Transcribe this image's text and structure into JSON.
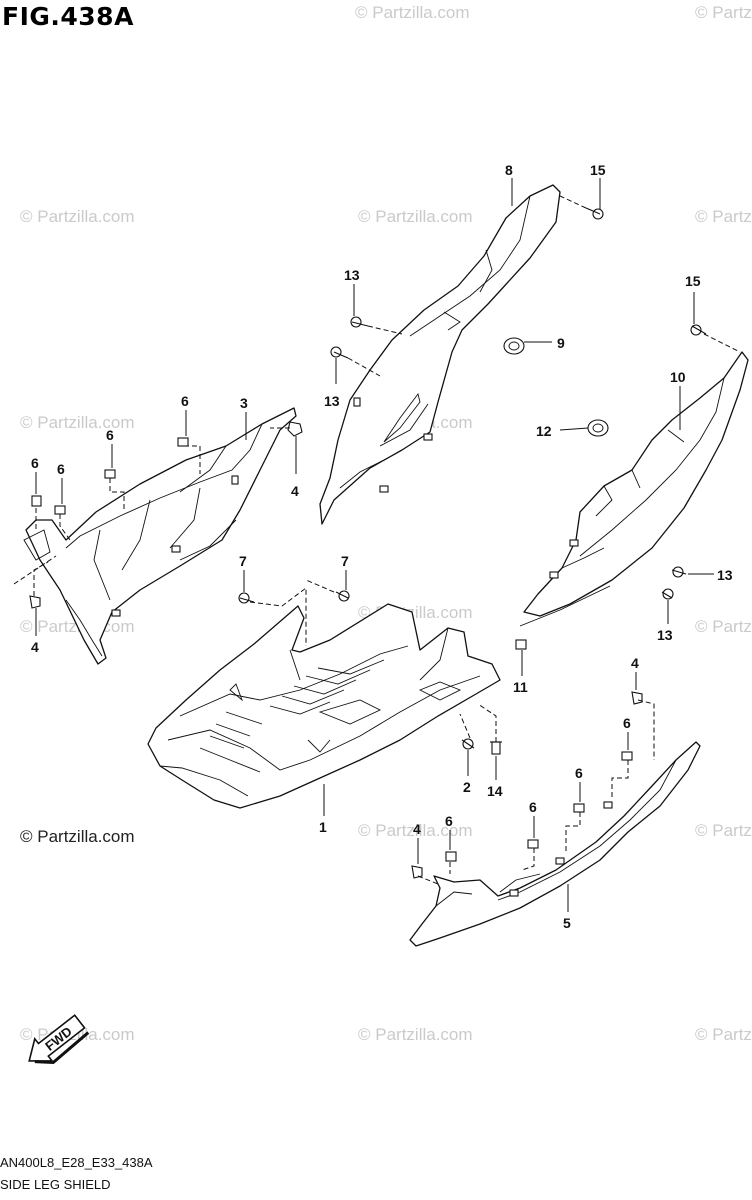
{
  "figure": {
    "title": "FIG.438A",
    "code": "AN400L8_E28_E33_438A",
    "name": "SIDE LEG SHIELD"
  },
  "watermark": {
    "text": "© Partzilla.com"
  },
  "callouts": {
    "c1": "1",
    "c2": "2",
    "c3": "3",
    "c4a": "4",
    "c4b": "4",
    "c4c": "4",
    "c4d": "4",
    "c5": "5",
    "c6a": "6",
    "c6b": "6",
    "c6c": "6",
    "c6d": "6",
    "c6e": "6",
    "c6f": "6",
    "c6g": "6",
    "c6h": "6",
    "c7a": "7",
    "c7b": "7",
    "c8": "8",
    "c9": "9",
    "c10": "10",
    "c11": "11",
    "c12": "12",
    "c13a": "13",
    "c13b": "13",
    "c13c": "13",
    "c13d": "13",
    "c14": "14",
    "c15a": "15",
    "c15b": "15"
  },
  "fwd_arrow": {
    "label": "FWD"
  },
  "colors": {
    "line": "#111111",
    "watermark": "#b9b9b9"
  }
}
